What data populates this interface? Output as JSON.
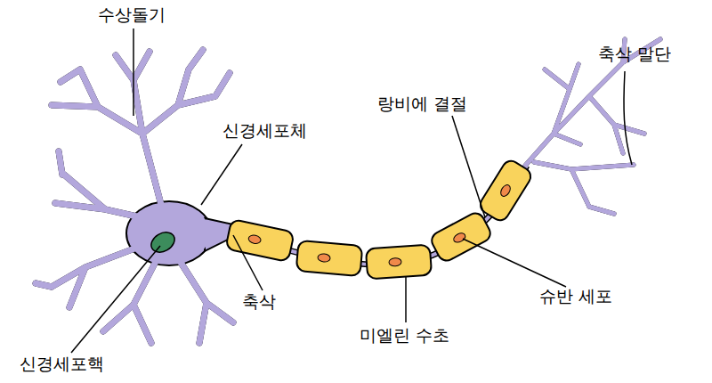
{
  "diagram": {
    "labels": [
      "수상돌기",
      "신경세포체",
      "축삭 말단",
      "랑비에 결절",
      "슈반 세포",
      "축삭",
      "미엘린 수초",
      "신경세포핵"
    ]
  }
}
